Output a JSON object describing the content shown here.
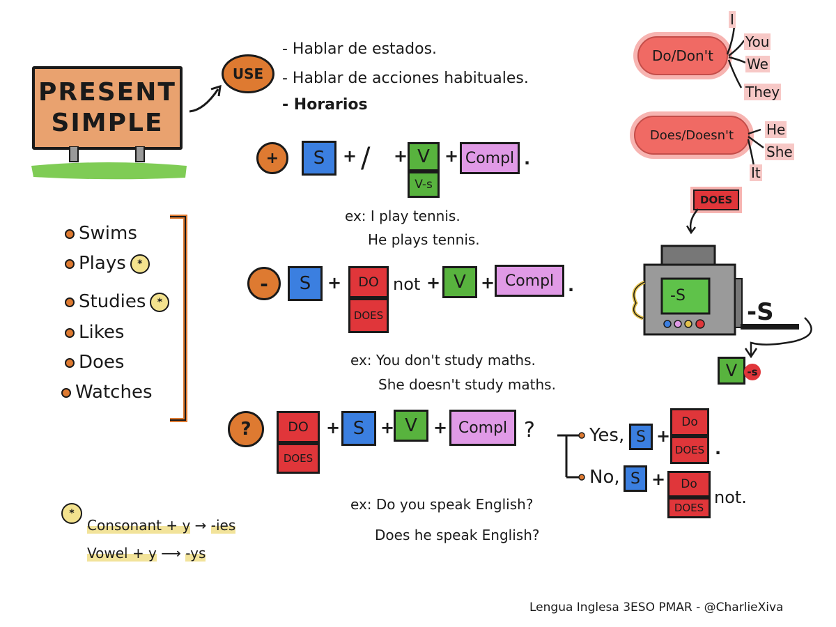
{
  "sign": {
    "line1": "PRESENT",
    "line2": "SIMPLE"
  },
  "use": {
    "badge": "USE",
    "items": [
      "- Hablar de estados.",
      "- Hablar de acciones habituales.",
      "- Horarios"
    ]
  },
  "affirmative": {
    "badge": "+",
    "subject": "S",
    "plus": "+",
    "slash": "/",
    "verb": "V",
    "verb_s": "V-s",
    "compl": "Compl",
    "end": ".",
    "examples": [
      "ex: I play tennis.",
      "He plays tennis."
    ]
  },
  "negative": {
    "badge": "-",
    "subject": "S",
    "do": "DO",
    "does": "DOES",
    "not": "not",
    "verb": "V",
    "compl": "Compl",
    "end": ".",
    "examples": [
      "ex: You don't study maths.",
      "She doesn't study maths."
    ]
  },
  "question": {
    "badge": "?",
    "do": "DO",
    "does": "DOES",
    "subject": "S",
    "verb": "V",
    "compl": "Compl",
    "end": "?",
    "examples": [
      "ex: Do you speak English?",
      "Does he speak English?"
    ],
    "answers": {
      "yes": "Yes,",
      "no": "No,",
      "subject": "S",
      "do": "Do",
      "does": "DOES",
      "not": "not.",
      "yes_end": "."
    }
  },
  "verbs_list": [
    "Swims",
    "Plays",
    "Studies",
    "Likes",
    "Does",
    "Watches"
  ],
  "starred_verbs": [
    "Plays",
    "Studies"
  ],
  "star_symbol": "*",
  "spelling_rules": [
    {
      "rule": "Consonant + y",
      "result": "-ies"
    },
    {
      "rule": "Vowel + y",
      "result": "-ys"
    }
  ],
  "pronouns": {
    "do_cloud": "Do/Don't",
    "do_group": [
      "I",
      "You",
      "We",
      "They"
    ],
    "does_cloud": "Does/Doesn't",
    "does_group": [
      "He",
      "She",
      "It"
    ]
  },
  "machine": {
    "label": "DOES",
    "screen": "-S",
    "suffix": "-S",
    "output_verb": "V",
    "output_suffix": "-s"
  },
  "footer": "Lengua Inglesa 3ESO PMAR - @CharlieXiva",
  "colors": {
    "subject": "#3b7fe0",
    "verb": "#58b33e",
    "auxiliary": "#e0363a",
    "complement": "#e09ae6",
    "badge": "#de7a31",
    "highlight": "#f2e39a",
    "cloud": "#f06a64"
  }
}
